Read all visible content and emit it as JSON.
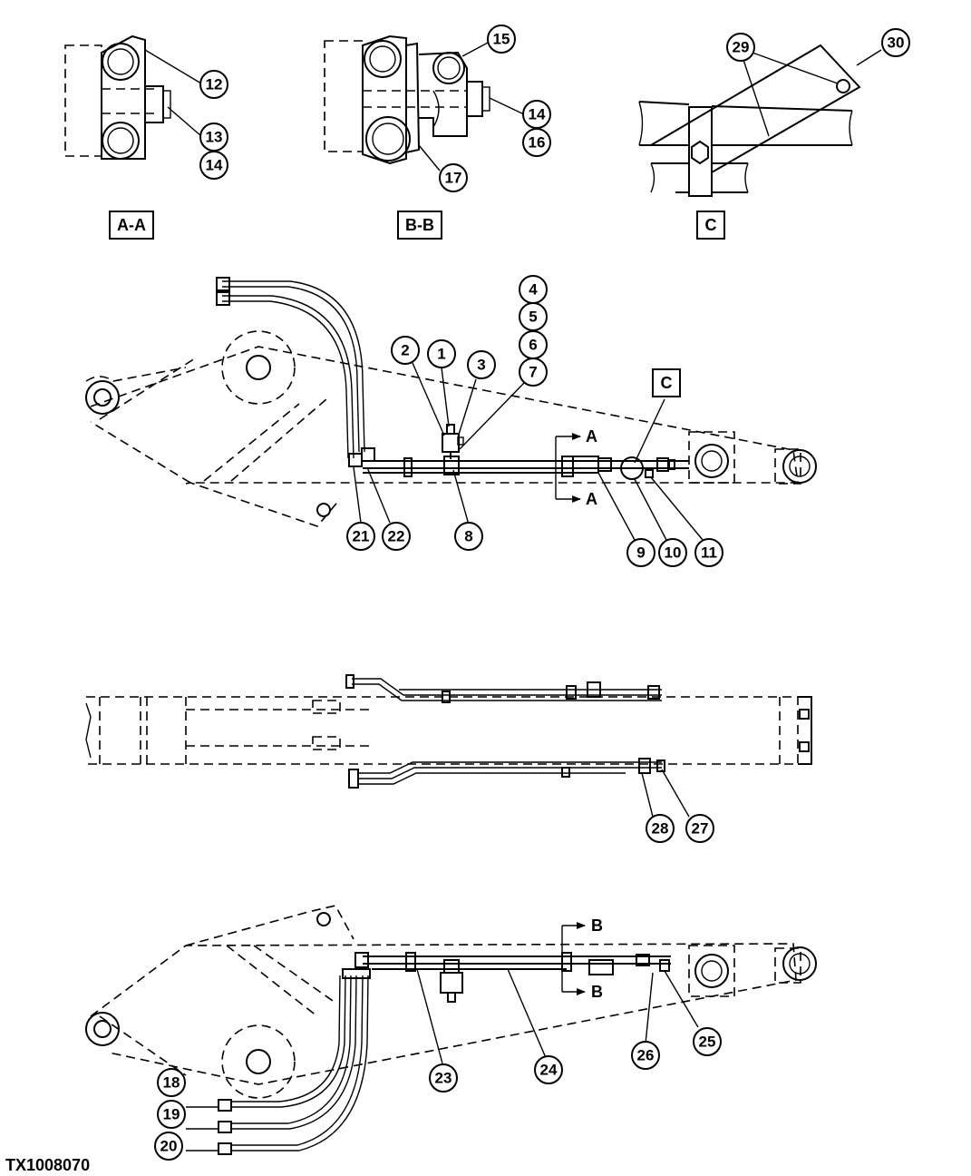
{
  "figure_id": "TX1008070",
  "view_labels": {
    "aa": "A-A",
    "bb": "B-B",
    "c": "C",
    "c_callout": "C"
  },
  "section_markers": {
    "a_top": "A",
    "a_bottom": "A",
    "b_top": "B",
    "b_bottom": "B"
  },
  "callouts": [
    "1",
    "2",
    "3",
    "4",
    "5",
    "6",
    "7",
    "8",
    "9",
    "10",
    "11",
    "12",
    "13",
    "14",
    "15",
    "16",
    "17",
    "18",
    "19",
    "20",
    "21",
    "22",
    "23",
    "24",
    "25",
    "26",
    "27",
    "28",
    "29",
    "30"
  ],
  "callouts_repeat": {
    "14b": "14"
  }
}
